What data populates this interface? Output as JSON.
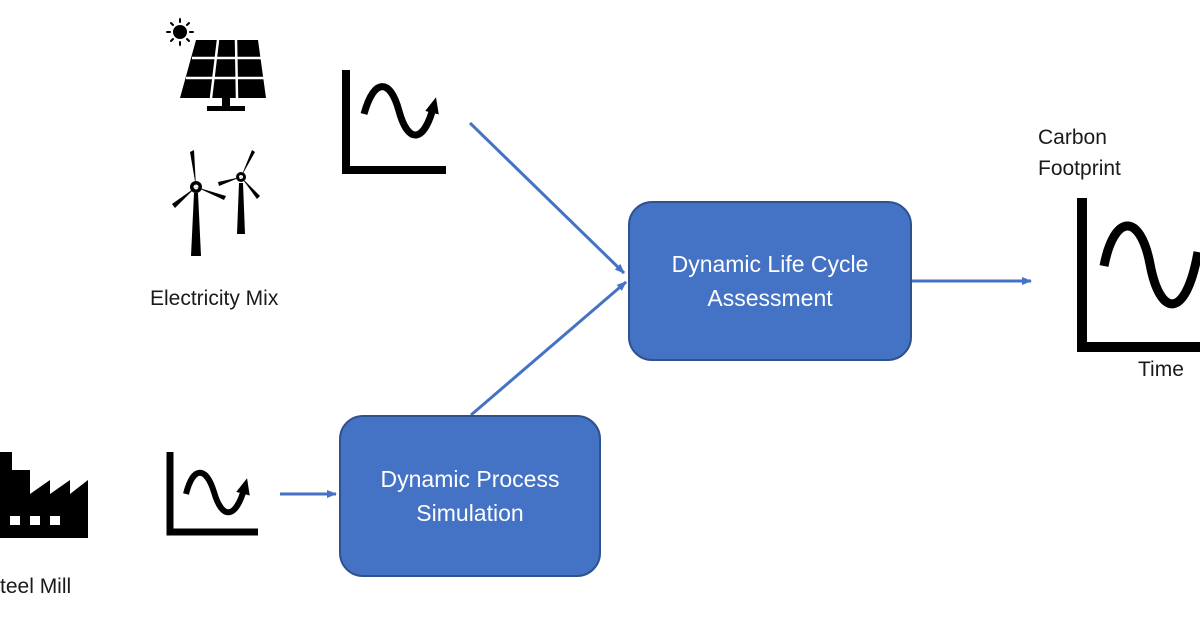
{
  "nodes": {
    "electricity_mix": {
      "label": "Electricity Mix"
    },
    "steel_mill": {
      "label": "teel Mill"
    },
    "dlca": {
      "line1": "Dynamic Life Cycle",
      "line2": "Assessment"
    },
    "dps": {
      "line1": "Dynamic Process",
      "line2": "Simulation"
    }
  },
  "output": {
    "label_line1": "Carbon",
    "label_line2": "Footprint",
    "x_label": "Time"
  },
  "colors": {
    "box_fill": "#4472c4",
    "box_border": "#2f528f",
    "arrow": "#4472c4",
    "icon": "#000000"
  }
}
